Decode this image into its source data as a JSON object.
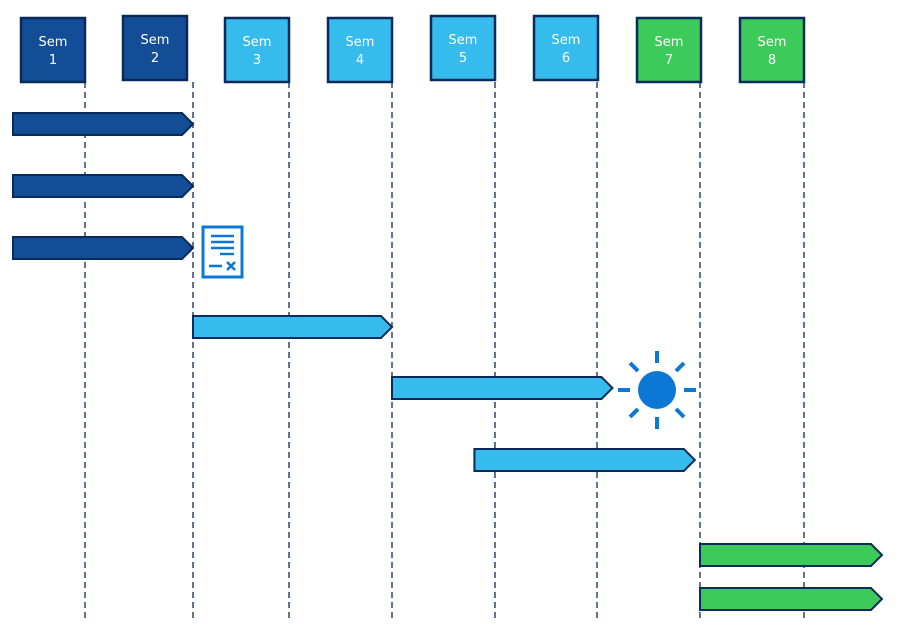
{
  "colors": {
    "outline": "#0a2a5c",
    "navy": "#124d96",
    "sky": "#35bbec",
    "green": "#3ccb5a",
    "icon_blue": "#0c78d6",
    "background": "#ffffff"
  },
  "semesters": [
    {
      "label": "Sem",
      "number": "1",
      "phase": "navy"
    },
    {
      "label": "Sem",
      "number": "2",
      "phase": "navy"
    },
    {
      "label": "Sem",
      "number": "3",
      "phase": "sky"
    },
    {
      "label": "Sem",
      "number": "4",
      "phase": "sky"
    },
    {
      "label": "Sem",
      "number": "5",
      "phase": "sky"
    },
    {
      "label": "Sem",
      "number": "6",
      "phase": "sky"
    },
    {
      "label": "Sem",
      "number": "7",
      "phase": "green"
    },
    {
      "label": "Sem",
      "number": "8",
      "phase": "green"
    }
  ],
  "bars": [
    {
      "phase": "navy",
      "start_sem": 0.0,
      "end_sem": 2.0
    },
    {
      "phase": "navy",
      "start_sem": 0.0,
      "end_sem": 2.0
    },
    {
      "phase": "navy",
      "start_sem": 0.0,
      "end_sem": 2.0
    },
    {
      "phase": "sky",
      "start_sem": 2.0,
      "end_sem": 4.0
    },
    {
      "phase": "sky",
      "start_sem": 4.0,
      "end_sem": 6.15
    },
    {
      "phase": "sky",
      "start_sem": 4.8,
      "end_sem": 6.95
    },
    {
      "phase": "green",
      "start_sem": 7.0,
      "end_sem": 8.75
    },
    {
      "phase": "green",
      "start_sem": 7.0,
      "end_sem": 8.75
    }
  ],
  "icons": {
    "document": "certificate-document-icon",
    "sun": "sun-icon"
  }
}
